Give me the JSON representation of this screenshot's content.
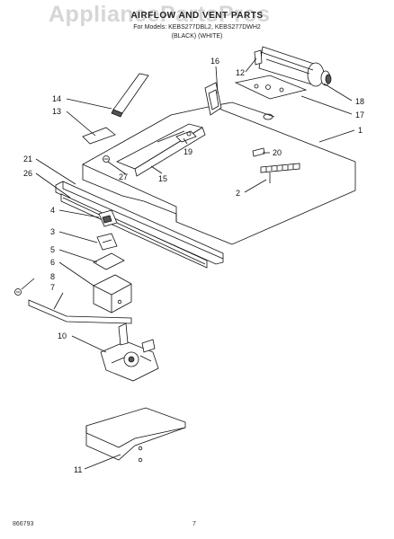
{
  "header": {
    "title": "AIRFLOW AND VENT PARTS",
    "models": "For Models: KEBS277DBL2, KEBS277DWH2",
    "colors": "(BLACK)          (WHITE)"
  },
  "watermark": "AppliancePartsPros",
  "footer": {
    "code": "866793",
    "page": "7"
  },
  "callouts": {
    "c1": "1",
    "c2": "2",
    "c3": "3",
    "c4": "4",
    "c5": "5",
    "c6": "6",
    "c7": "7",
    "c8": "8",
    "c10": "10",
    "c11": "11",
    "c12": "12",
    "c13": "13",
    "c14": "14",
    "c15": "15",
    "c16": "16",
    "c17": "17",
    "c18": "18",
    "c19": "19",
    "c20": "20",
    "c21": "21",
    "c26": "26",
    "c27": "27"
  }
}
